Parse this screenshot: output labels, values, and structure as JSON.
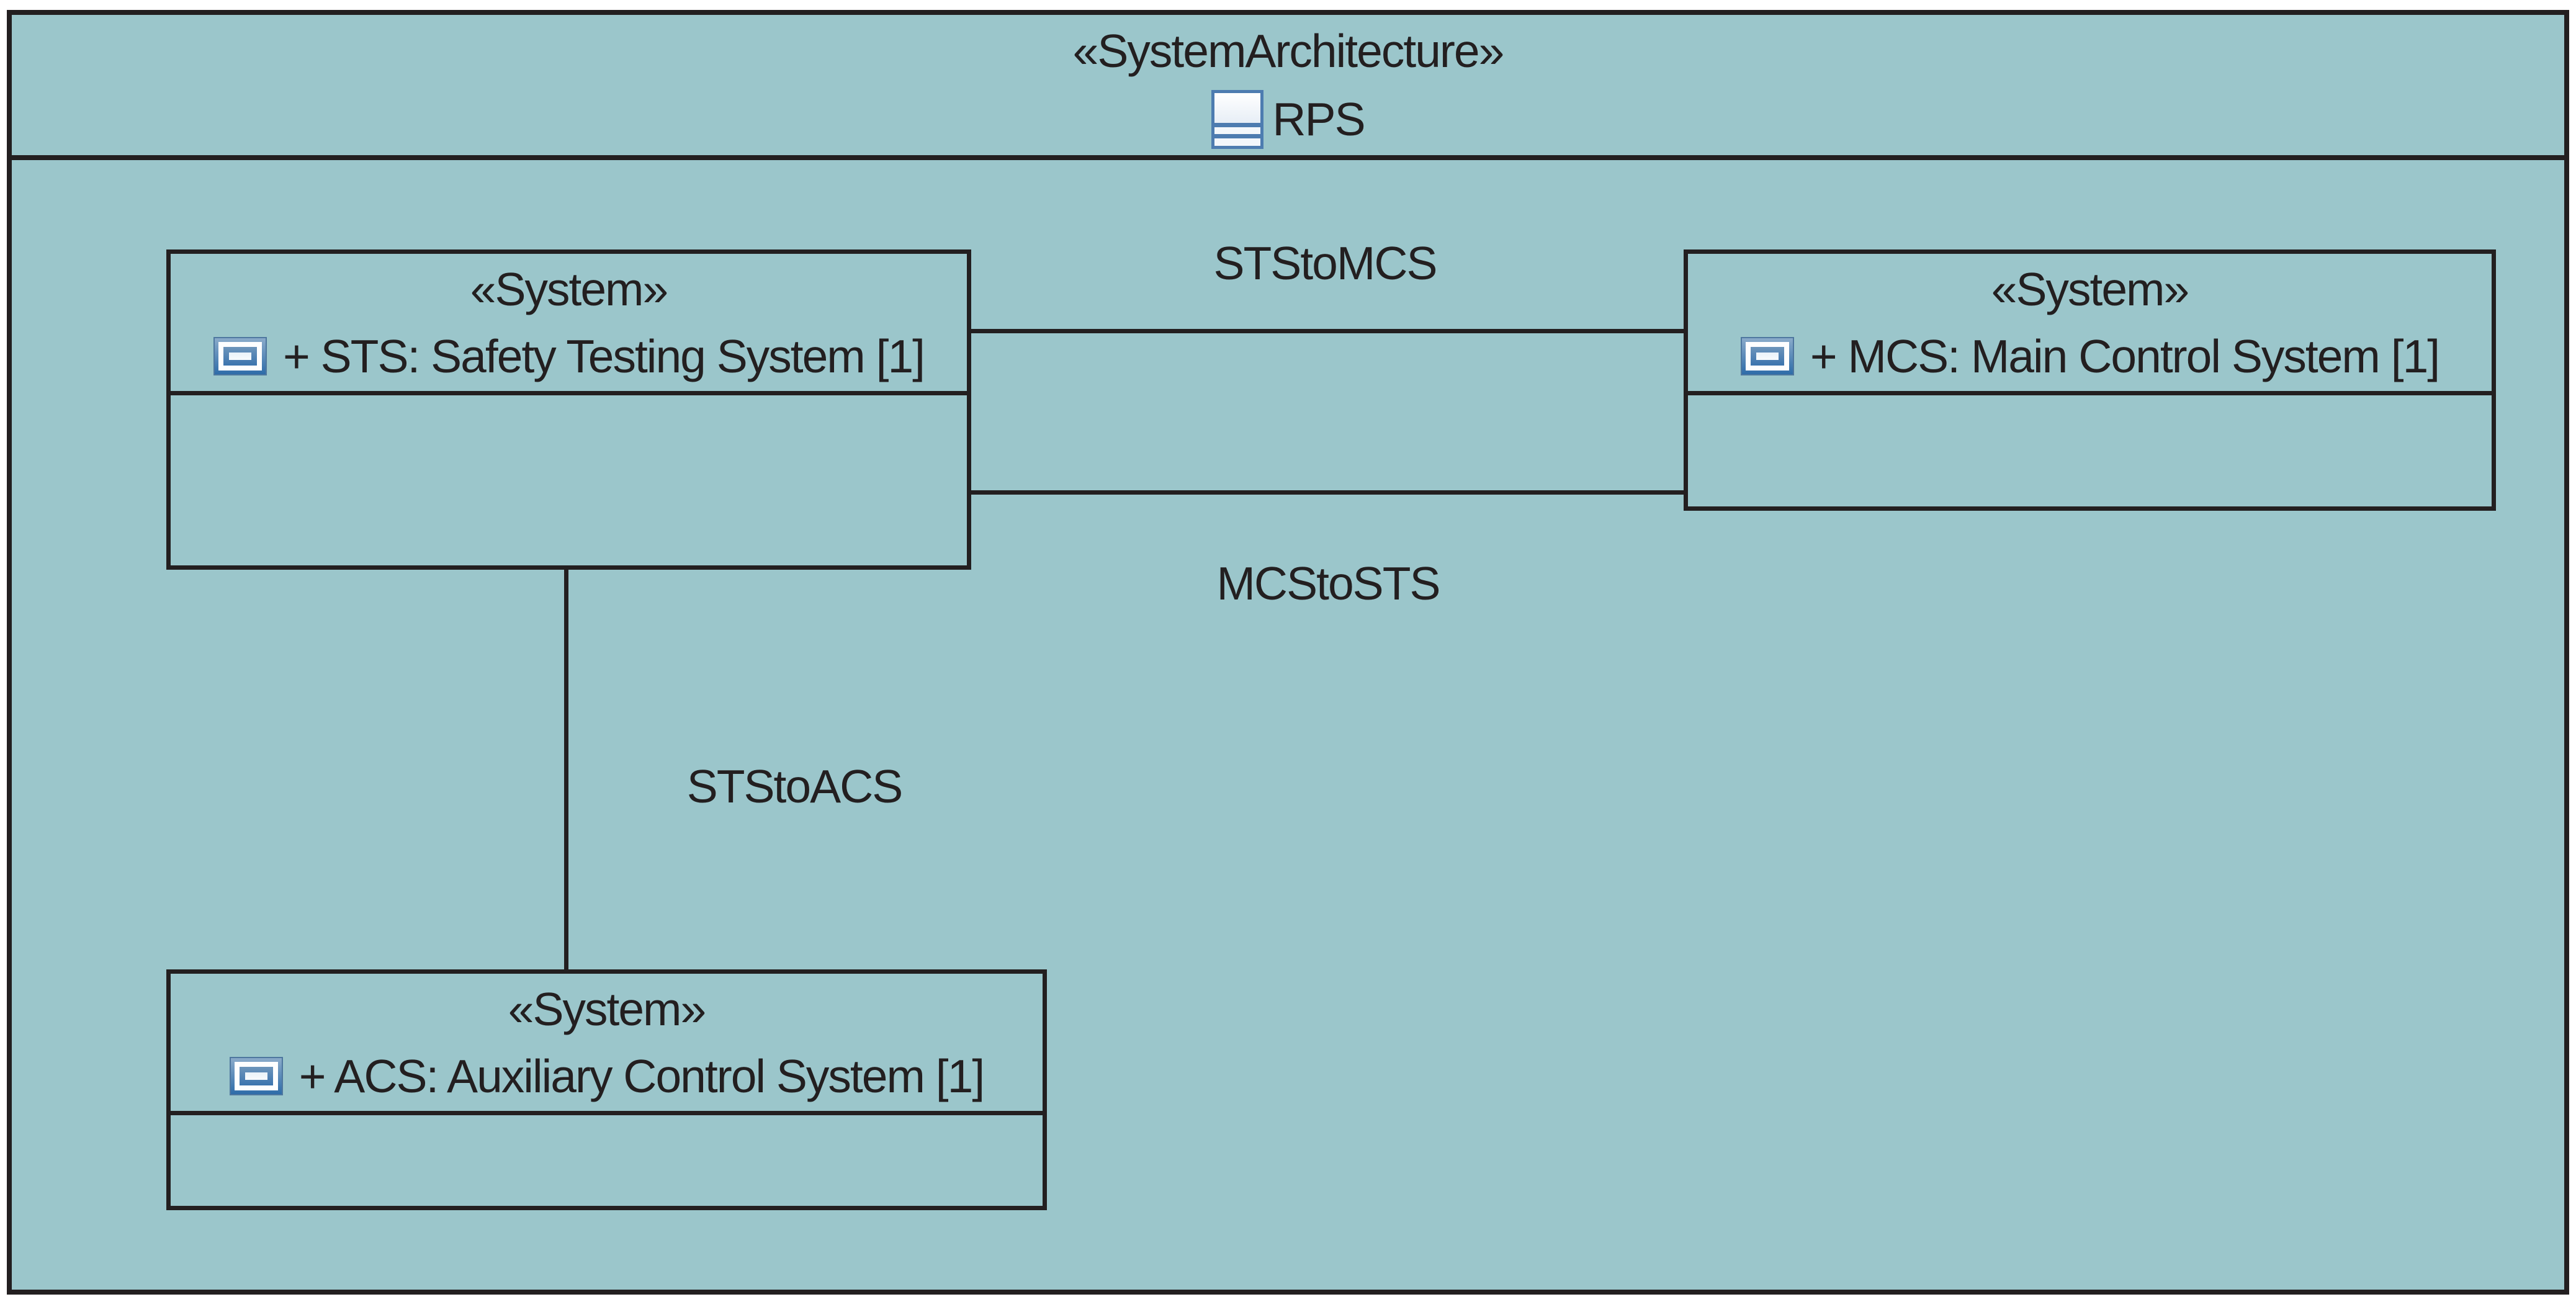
{
  "diagram_frame": {
    "stereotype": "«SystemArchitecture»",
    "name": "RPS",
    "icon": "model-icon"
  },
  "systems": [
    {
      "id": "sts",
      "stereotype": "«System»",
      "label": "+ STS: Safety Testing System [1]",
      "icon": "part-icon"
    },
    {
      "id": "mcs",
      "stereotype": "«System»",
      "label": "+ MCS: Main Control System [1]",
      "icon": "part-icon"
    },
    {
      "id": "acs",
      "stereotype": "«System»",
      "label": "+ ACS: Auxiliary Control System [1]",
      "icon": "part-icon"
    }
  ],
  "connectors": [
    {
      "id": "sts-mcs",
      "label": "STStoMCS",
      "from": "STS",
      "to": "MCS"
    },
    {
      "id": "mcs-sts",
      "label": "MCStoSTS",
      "from": "MCS",
      "to": "STS"
    },
    {
      "id": "sts-acs",
      "label": "STStoACS",
      "from": "STS",
      "to": "ACS"
    }
  ],
  "colors": {
    "background": "#9bc6cb",
    "line": "#231f20",
    "icon_blue": "#4d7cb0",
    "icon_blue_dark": "#2e6ca9",
    "icon_white": "#fdfeff"
  }
}
